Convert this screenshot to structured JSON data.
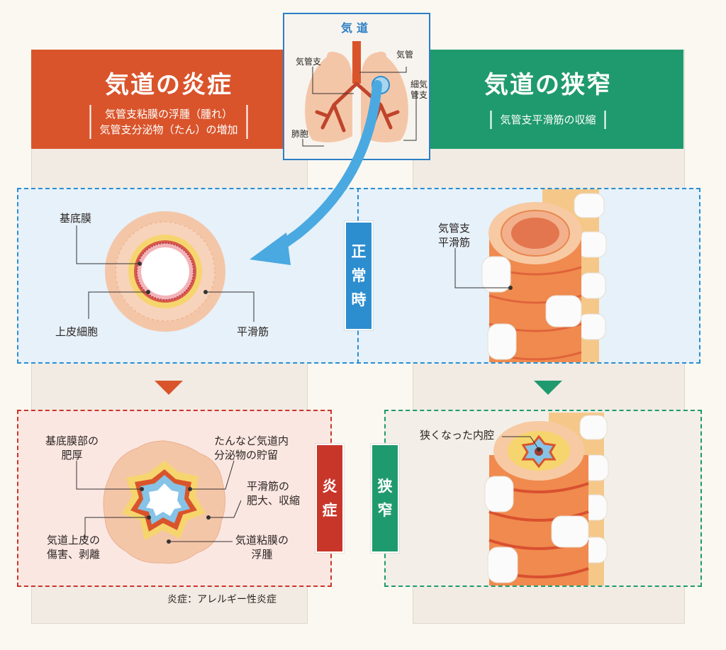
{
  "left_header": {
    "title": "気道の炎症",
    "line1": "気管支粘膜の浮腫（腫れ）",
    "line2": "気管支分泌物（たん）の増加"
  },
  "right_header": {
    "title": "気道の狭窄",
    "line1": "気管支平滑筋の収縮"
  },
  "inset": {
    "title": "気道",
    "labels": {
      "bronchus": "気管支",
      "trachea": "気管",
      "bronchiole_1": "細気",
      "bronchiole_2": "管支",
      "lung": "肺胞"
    }
  },
  "vertical_labels": {
    "normal": [
      "正",
      "常",
      "時"
    ],
    "inflammation": [
      "炎",
      "症"
    ],
    "narrowing": [
      "狭",
      "窄"
    ]
  },
  "normal_left": {
    "basement": "基底膜",
    "epithelium": "上皮細胞",
    "smooth_muscle": "平滑筋"
  },
  "normal_right": {
    "smooth_muscle_1": "気管支",
    "smooth_muscle_2": "平滑筋"
  },
  "inflam_panel": {
    "basement_thick_1": "基底膜部の",
    "basement_thick_2": "肥厚",
    "secretion_1": "たんなど気道内",
    "secretion_2": "分泌物の貯留",
    "muscle_1": "平滑筋の",
    "muscle_2": "肥大、収縮",
    "damage_1": "気道上皮の",
    "damage_2": "傷害、剥離",
    "edema_1": "気道粘膜の",
    "edema_2": "浮腫"
  },
  "narrow_panel": {
    "lumen": "狭くなった内腔"
  },
  "footnote": "炎症：アレルギー性炎症",
  "colors": {
    "inflammation": "#d9542b",
    "narrowing": "#1f9a6e",
    "normal": "#2c8ecf"
  }
}
